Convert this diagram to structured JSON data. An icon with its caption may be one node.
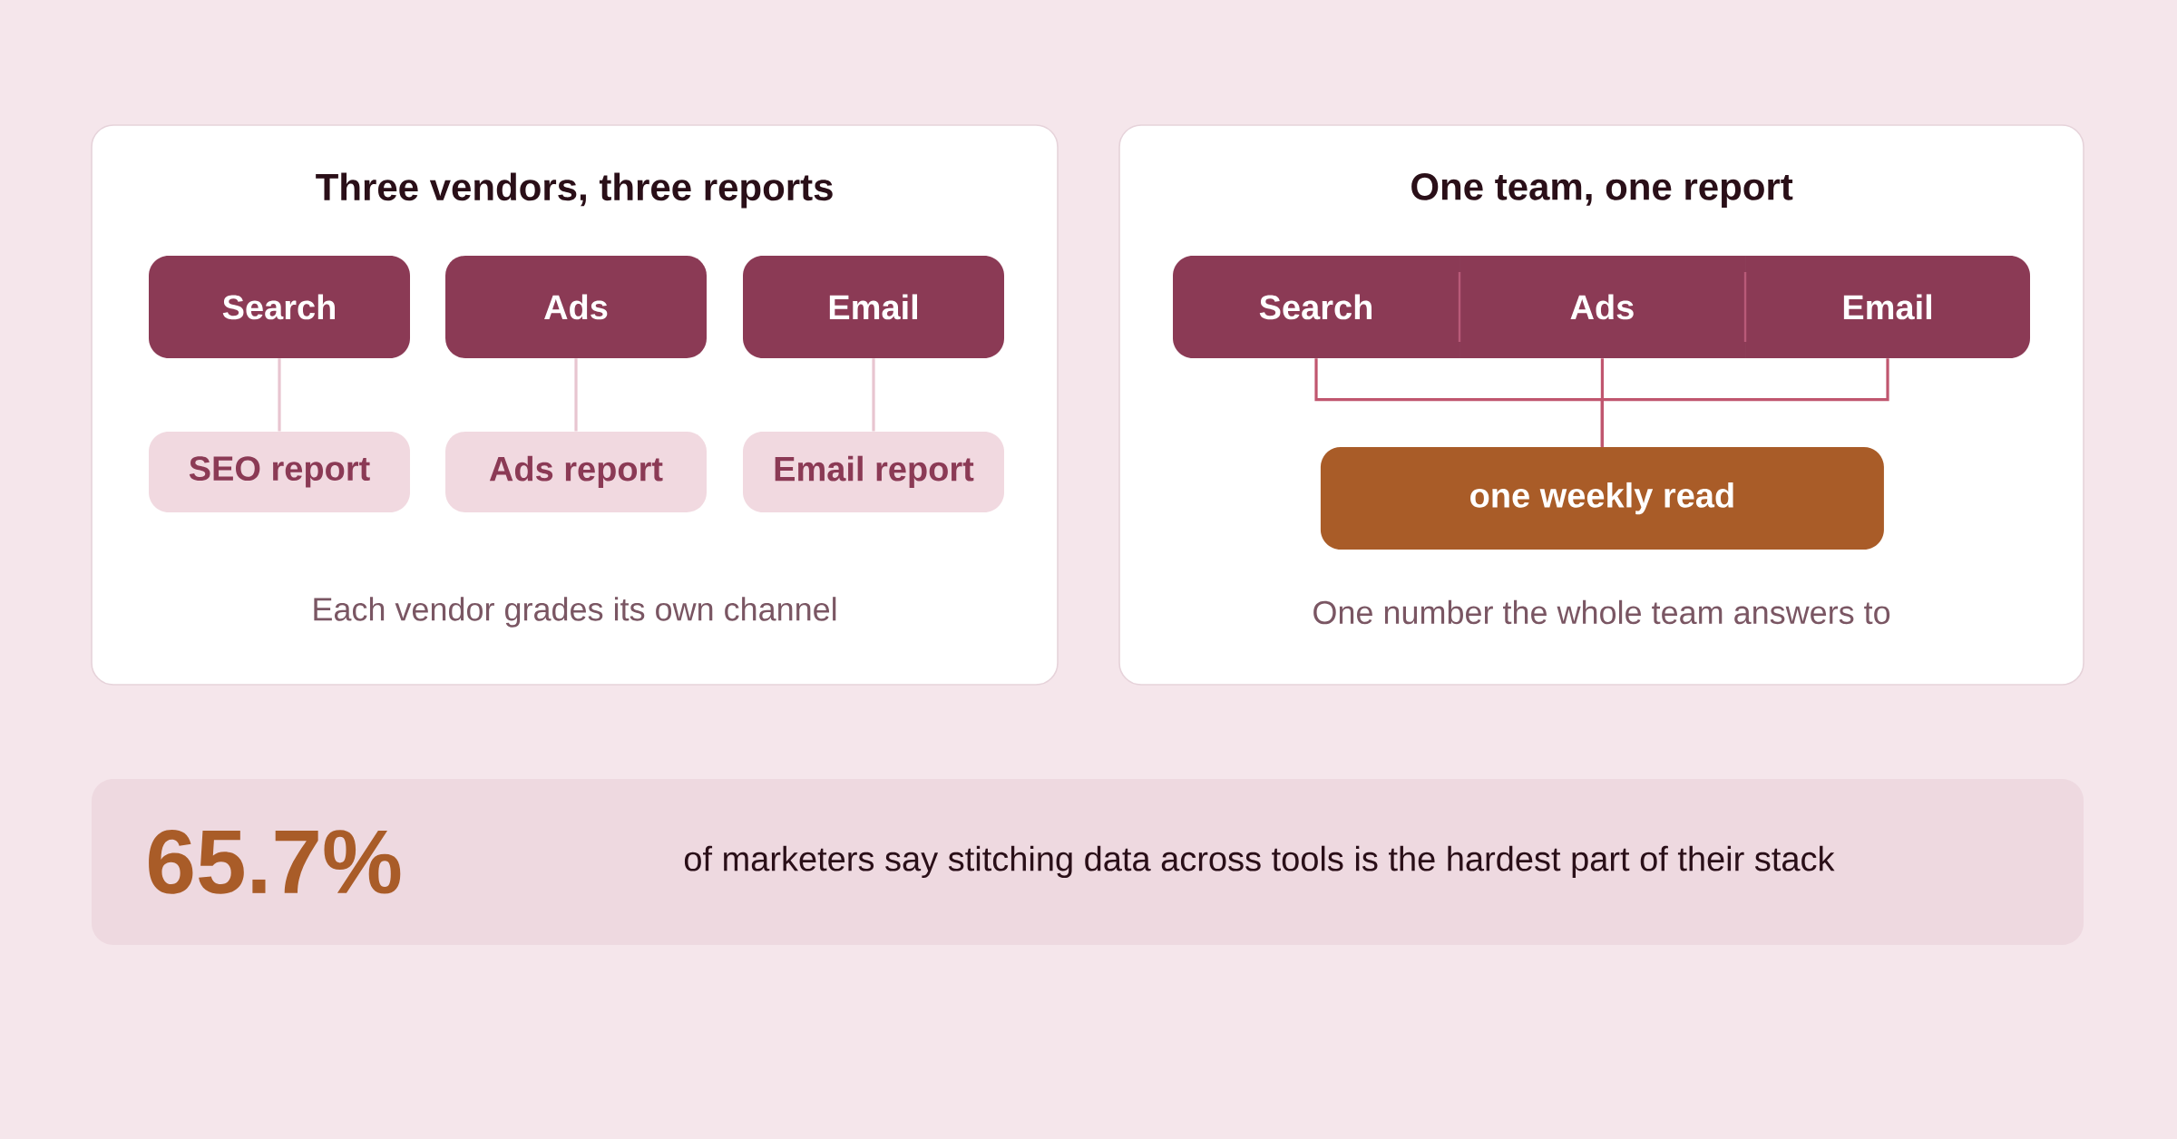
{
  "diagram": {
    "nodes": [
      {
        "text": [
          "Three vendors, three reports",
          "Each vendor grades its own channel"
        ]
      },
      {
        "text": [
          "Search"
        ],
        "in": 0
      },
      {
        "text": [
          "Ads"
        ],
        "in": 0
      },
      {
        "text": [
          "Email"
        ],
        "in": 0
      },
      {
        "text": [
          "SEO report"
        ],
        "in": 0
      },
      {
        "text": [
          "Ads report"
        ],
        "in": 0
      },
      {
        "text": [
          "Email report"
        ],
        "in": 0
      },
      {
        "text": [
          "One team, one report",
          "One number the whole team answers to"
        ]
      },
      {
        "text": [
          "Search"
        ],
        "in": 7
      },
      {
        "text": [
          "Ads"
        ],
        "in": 7
      },
      {
        "text": [
          "Email"
        ],
        "in": 7
      },
      {
        "text": [
          "one weekly read"
        ],
        "in": 7
      },
      {
        "text": [
          "65.7%",
          "of marketers say stitching data across tools is the hardest part of their stack"
        ]
      }
    ],
    "edges": [
      {
        "from": 1,
        "to": 4,
        "arrow": "none"
      },
      {
        "from": 2,
        "to": 5,
        "arrow": "none"
      },
      {
        "from": 3,
        "to": 6,
        "arrow": "none"
      },
      {
        "from": 8,
        "to": 11,
        "arrow": "none",
        "color": "#c0566f"
      },
      {
        "from": 9,
        "to": 11,
        "arrow": "none",
        "color": "#c0566f"
      },
      {
        "from": 10,
        "to": 11,
        "arrow": "none",
        "color": "#c0566f"
      }
    ]
  }
}
